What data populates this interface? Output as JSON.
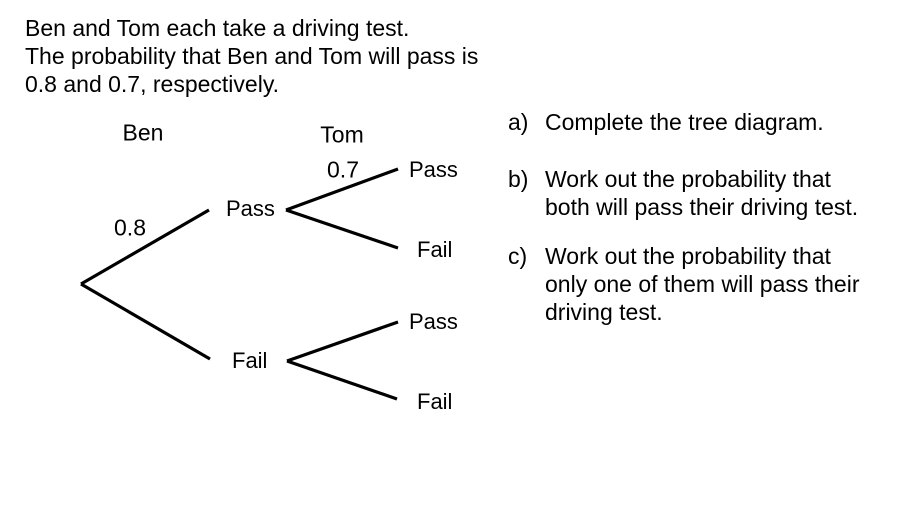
{
  "problem": {
    "lines": [
      "Ben and Tom each take a driving test.",
      "The probability that Ben and Tom will pass is",
      "0.8 and 0.7, respectively."
    ]
  },
  "tree": {
    "column_headers": {
      "ben": "Ben",
      "tom": "Tom"
    },
    "probabilities": {
      "ben_pass": "0.8",
      "tom_pass": "0.7"
    },
    "nodes": {
      "ben_pass": "Pass",
      "ben_fail": "Fail",
      "tom_pass_after_pass": "Pass",
      "tom_fail_after_pass": "Fail",
      "tom_pass_after_fail": "Pass",
      "tom_fail_after_fail": "Fail"
    }
  },
  "questions": [
    {
      "label": "a)",
      "lines": [
        "Complete the tree diagram."
      ]
    },
    {
      "label": "b)",
      "lines": [
        "Work out the probability that",
        "both will pass their driving test."
      ]
    },
    {
      "label": "c)",
      "lines": [
        "Work out the probability that",
        "only one of them will pass their",
        "driving test."
      ]
    }
  ],
  "colors": {
    "ink": "#000000",
    "background": "#ffffff"
  }
}
